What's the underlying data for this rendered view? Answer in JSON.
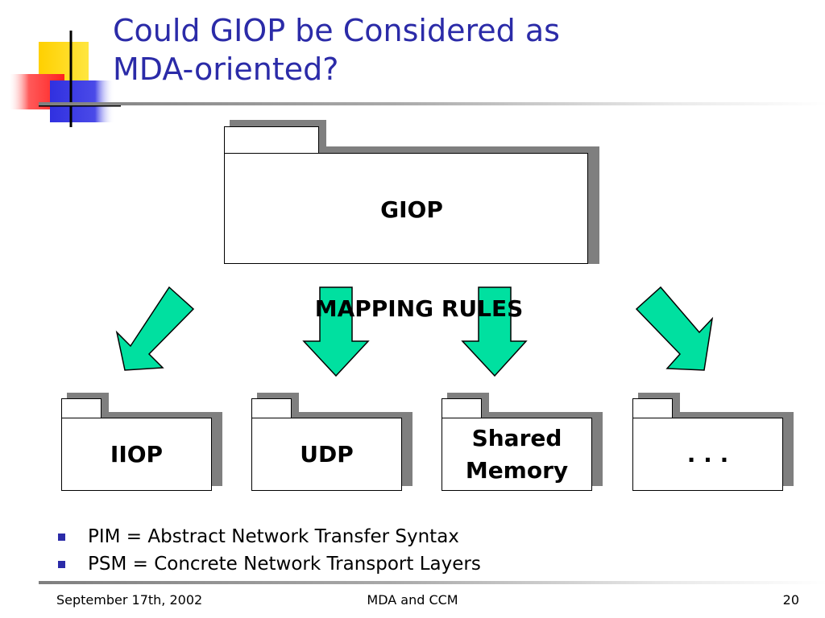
{
  "slide": {
    "title_lines": [
      "Could GIOP be Considered as",
      "MDA-oriented?"
    ]
  },
  "diagram": {
    "top_package": "GIOP",
    "mapping_label": "MAPPING RULES",
    "packages": [
      {
        "id": "iiop",
        "label_lines": [
          "IIOP"
        ]
      },
      {
        "id": "udp",
        "label_lines": [
          "UDP"
        ]
      },
      {
        "id": "shared-memory",
        "label_lines": [
          "Shared",
          "Memory"
        ]
      },
      {
        "id": "more",
        "label_lines": [
          ". . ."
        ]
      }
    ],
    "arrow_color": "#00e0a0",
    "package_shadow_color": "#7f7f7f"
  },
  "bullets": [
    "PIM = Abstract Network Transfer Syntax",
    "PSM = Concrete Network Transport Layers"
  ],
  "footer": {
    "date": "September 17th, 2002",
    "center": "MDA and CCM",
    "page": "20"
  },
  "colors": {
    "title": "#2b2ba8",
    "bullet": "#2b2ba8"
  },
  "icons": {
    "logo": "colored-squares-logo-icon",
    "bullet": "square-bullet-icon"
  }
}
